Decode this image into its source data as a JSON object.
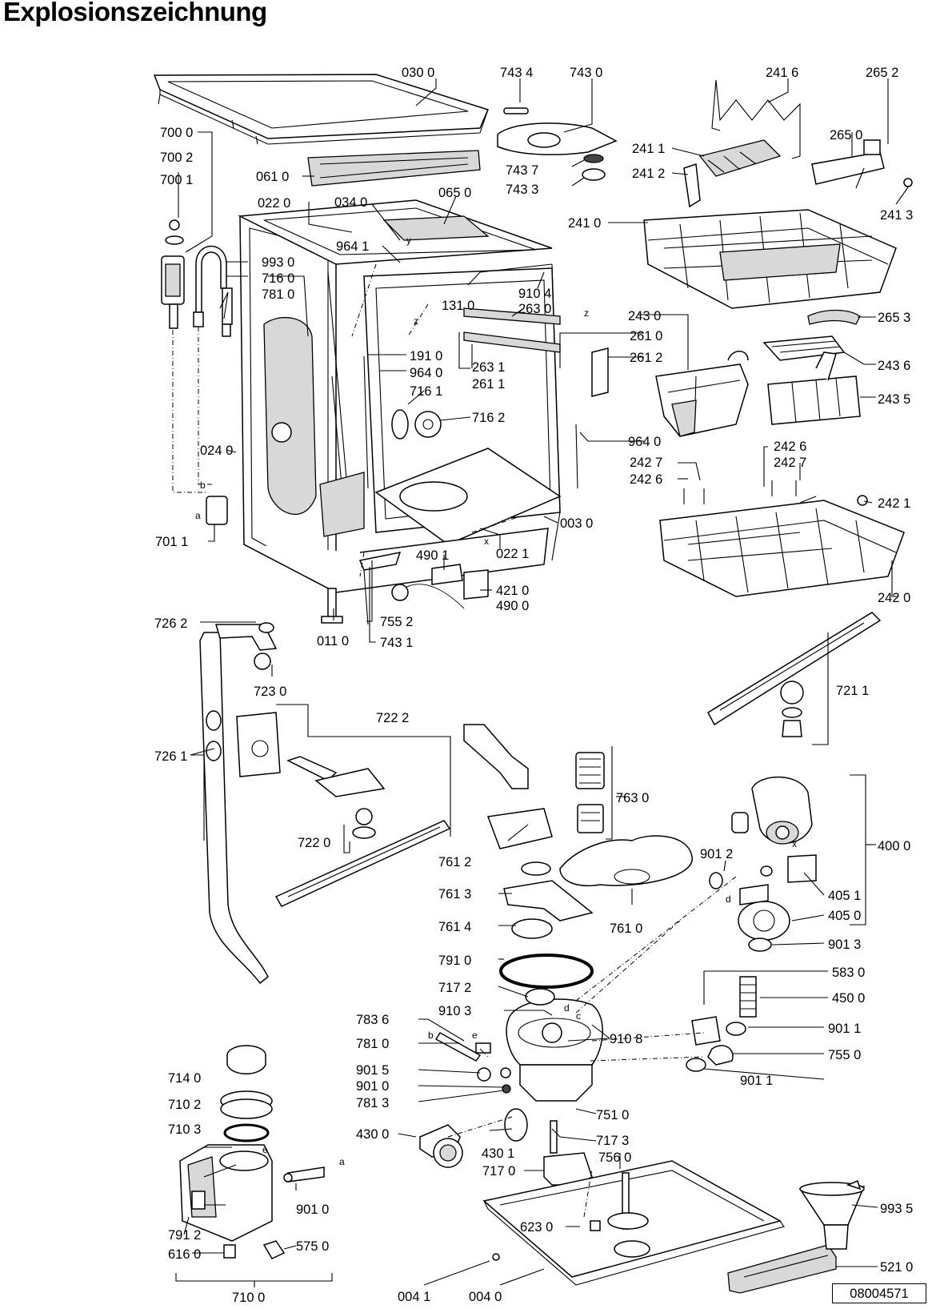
{
  "title": "Explosionszeichnung",
  "document_number": "08004571",
  "labels": {
    "p0300": "030 0",
    "p7434": "743 4",
    "p7430": "743 0",
    "p2416": "241 6",
    "p2652": "265 2",
    "p7000": "700 0",
    "p7002": "700 2",
    "p7001": "700 1",
    "p0610": "061 0",
    "p7437": "743 7",
    "p7433": "743 3",
    "p2411": "241 1",
    "p2650": "265 0",
    "p2412": "241 2",
    "p2413": "241 3",
    "p0220": "022 0",
    "p0340": "034 0",
    "p0650": "065 0",
    "p2410": "241 0",
    "p9641a": "964 1",
    "p9930": "993 0",
    "p7160": "716 0",
    "p7810": "781 0",
    "p1310": "131 0",
    "p9104": "910 4",
    "p2630": "263 0",
    "p2430": "243 0",
    "p2653": "265 3",
    "p2610": "261 0",
    "p1910": "191 0",
    "p2612": "261 2",
    "p9640a": "964 0",
    "p2631": "263 1",
    "p2611": "261 1",
    "p2436": "243 6",
    "p7161": "716 1",
    "p2435": "243 5",
    "p7162": "716 2",
    "p9640b": "964 0",
    "p0240": "024 0",
    "p2426a": "242 6",
    "p2427a": "242 7",
    "p2427b": "242 7",
    "p2426b": "242 6",
    "p2421": "242 1",
    "p7011": "701 1",
    "p0030": "003 0",
    "p4901": "490 1",
    "p0221": "022 1",
    "p4210": "421 0",
    "p4900": "490 0",
    "p2420": "242 0",
    "p7552": "755 2",
    "p7262": "726 2",
    "p0110": "011 0",
    "p7431": "743 1",
    "p7230": "723 0",
    "p7211": "721 1",
    "p7222": "722 2",
    "p7261": "726 1",
    "p7630": "763 0",
    "p7220": "722 0",
    "p7612": "761 2",
    "p9012": "901 2",
    "p4000": "400 0",
    "p7613": "761 3",
    "p4051": "405 1",
    "p7610": "761 0",
    "p4050": "405 0",
    "p7614": "761 4",
    "p9013": "901 3",
    "p7910": "791 0",
    "p5830": "583 0",
    "p7172": "717 2",
    "p4500": "450 0",
    "p9103": "910 3",
    "p7836": "783 6",
    "p9108": "910 8",
    "p9011a": "901 1",
    "p7810b": "781 0",
    "p7550": "755 0",
    "p9015": "901 5",
    "p9011b": "901 1",
    "p7140": "714 0",
    "p9010": "901 0",
    "p7813": "781 3",
    "p7102": "710 2",
    "p7510": "751 0",
    "p7103": "710 3",
    "p4300": "430 0",
    "p7173": "717 3",
    "p4301": "430 1",
    "p7560": "756 0",
    "p7170": "717 0",
    "p9010b": "901 0",
    "p9935": "993 5",
    "p7912": "791 2",
    "p6230": "623 0",
    "p6160": "616 0",
    "p5750": "575 0",
    "p5210": "521 0",
    "p7100": "710 0",
    "p0041": "004 1",
    "p0040": "004 0"
  },
  "letters": {
    "z1": "z",
    "z2": "z",
    "b1": "b",
    "a1": "a",
    "x1": "x",
    "x2": "x",
    "d1": "d",
    "d2": "d",
    "e1": "e",
    "e2": "e",
    "b2": "b",
    "a2": "a",
    "y1": "y",
    "c1": "c"
  }
}
